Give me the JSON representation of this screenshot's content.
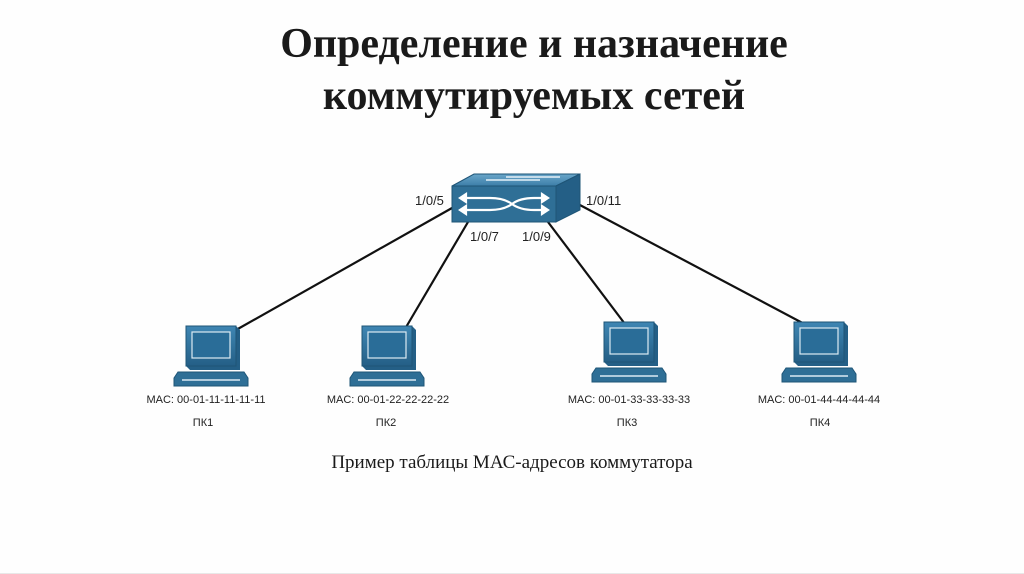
{
  "slide": {
    "title_line1": "Определение и назначение",
    "title_line2": "коммутируемых сетей",
    "caption": "Пример таблицы МАС-адресов коммутатора"
  },
  "diagram": {
    "switch": {
      "icon": "switch-icon",
      "color": "#2f6f96",
      "ports": [
        "1/0/5",
        "1/0/7",
        "1/0/9",
        "1/0/11"
      ]
    },
    "hosts": [
      {
        "name": "ПК1",
        "mac": "MAC: 00-01-11-11-11-11",
        "port": "1/0/5"
      },
      {
        "name": "ПК2",
        "mac": "MAC: 00-01-22-22-22-22",
        "port": "1/0/7"
      },
      {
        "name": "ПК3",
        "mac": "MAC: 00-01-33-33-33-33",
        "port": "1/0/9"
      },
      {
        "name": "ПК4",
        "mac": "MAC: 00-01-44-44-44-44",
        "port": "1/0/11"
      }
    ],
    "host_icon": "computer-icon",
    "link_color": "#111111"
  }
}
